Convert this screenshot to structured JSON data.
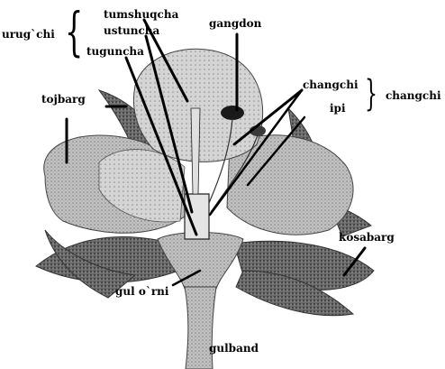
{
  "labels": {
    "urugchi": "urug`chi",
    "tumshuqcha": "tumshuqcha",
    "ustuncha": "ustuncha",
    "tuguncha": "tuguncha",
    "gangdon": "gangdon",
    "changchi_part": "changchi",
    "changchi_group": "changchi",
    "ipi": "ipi",
    "tojbarg": "tojbarg",
    "kosabarg": "kosabarg",
    "gul_orni": "gul o`rni",
    "gulband": "gulband"
  },
  "colors": {
    "ink": "#000000",
    "petal": "#b8b8b8",
    "petal_dark": "#8e8e8e",
    "sepal": "#5e5e5e",
    "stem": "#a6a6a6"
  }
}
